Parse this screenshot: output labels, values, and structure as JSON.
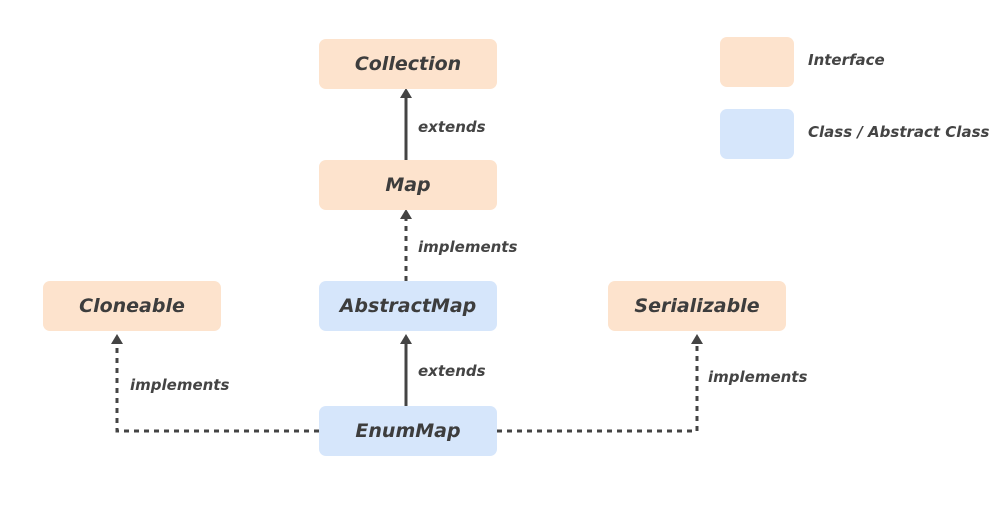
{
  "colors": {
    "interface_fill": "#fde3cd",
    "class_fill": "#d6e6fb",
    "text": "#3d3d3d",
    "line": "#444444"
  },
  "nodes": {
    "collection": {
      "label": "Collection",
      "kind": "interface"
    },
    "map": {
      "label": "Map",
      "kind": "interface"
    },
    "abstract_map": {
      "label": "AbstractMap",
      "kind": "class"
    },
    "enum_map": {
      "label": "EnumMap",
      "kind": "class"
    },
    "cloneable": {
      "label": "Cloneable",
      "kind": "interface"
    },
    "serializable": {
      "label": "Serializable",
      "kind": "interface"
    }
  },
  "edges": [
    {
      "from": "map",
      "to": "collection",
      "label": "extends",
      "style": "solid"
    },
    {
      "from": "abstract_map",
      "to": "map",
      "label": "implements",
      "style": "dashed"
    },
    {
      "from": "enum_map",
      "to": "abstract_map",
      "label": "extends",
      "style": "solid"
    },
    {
      "from": "enum_map",
      "to": "cloneable",
      "label": "implements",
      "style": "dashed"
    },
    {
      "from": "enum_map",
      "to": "serializable",
      "label": "implements",
      "style": "dashed"
    }
  ],
  "legend": {
    "interface_label": "Interface",
    "class_label": "Class / Abstract Class"
  }
}
